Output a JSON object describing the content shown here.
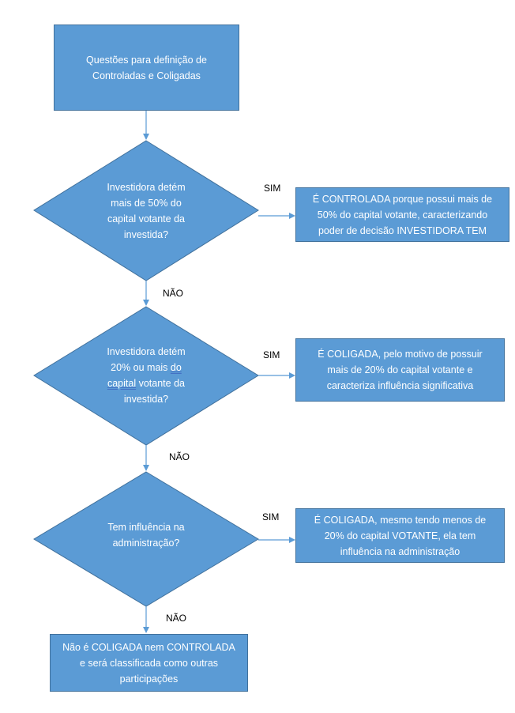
{
  "start": {
    "line1": "Questões para definição de",
    "line2": "Controladas e Coligadas"
  },
  "q1": {
    "line1": "Investidora detém",
    "line2": "mais de 50% do",
    "line3": "capital votante da",
    "line4": "investida?"
  },
  "a1": {
    "line1": "É CONTROLADA porque possui mais de",
    "line2": "50% do capital votante, caracterizando",
    "line3": "poder de decisão INVESTIDORA TEM"
  },
  "q2": {
    "line1": "Investidora detém",
    "line2a": "20% ou mais ",
    "line2b": "do",
    "line3a": "capital",
    "line3b": " votante da",
    "line4": "investida?"
  },
  "a2": {
    "line1": "É COLIGADA, pelo motivo de possuir",
    "line2": "mais de 20% do capital votante e",
    "line3": "caracteriza influência significativa"
  },
  "q3": {
    "line1": "Tem influência na",
    "line2": "administração?"
  },
  "a3": {
    "line1": "É COLIGADA, mesmo tendo menos de",
    "line2": "20% do capital VOTANTE, ela tem",
    "line3": "influência na administração"
  },
  "end": {
    "line1": "Não é COLIGADA nem CONTROLADA",
    "line2": "e será classificada como outras",
    "line3": "participações"
  },
  "labels": {
    "yes1": "SIM",
    "no1": "NÃO",
    "yes2": "SIM",
    "no2": "NÃO",
    "yes3": "SIM",
    "no3": "NÃO"
  },
  "colors": {
    "fill": "#5b9bd5",
    "stroke": "#41719c",
    "text": "#ffffff"
  }
}
